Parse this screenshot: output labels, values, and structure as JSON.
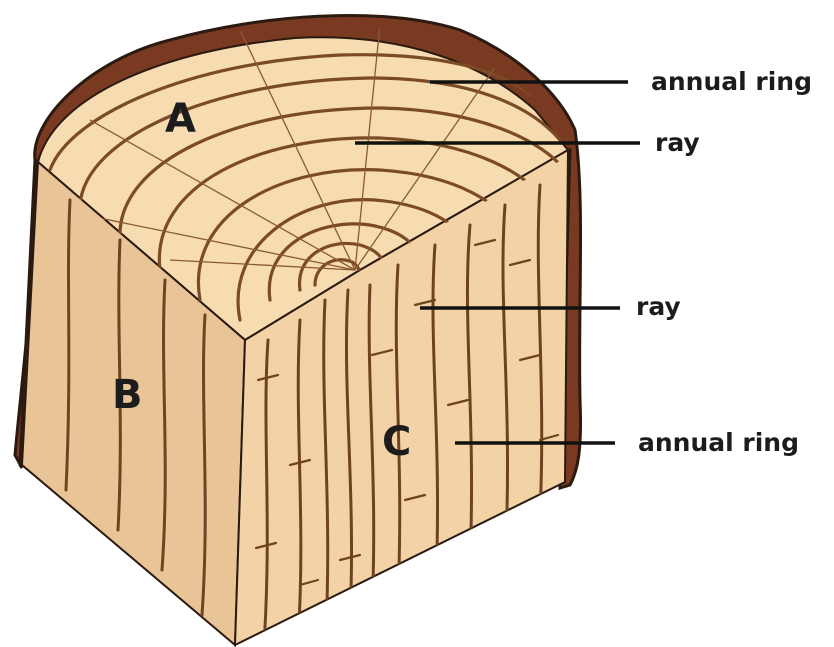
{
  "faces": {
    "a": "A",
    "b": "B",
    "c": "C"
  },
  "labels": {
    "annual_ring_top": "annual ring",
    "ray_top": "ray",
    "ray_side": "ray",
    "annual_ring_side": "annual ring"
  },
  "colors": {
    "bark": "#7a3a22",
    "top_face": "#f7dbb1",
    "left_face": "#e9c496",
    "right_face": "#f3d3a5",
    "grain": "#6f4321"
  }
}
